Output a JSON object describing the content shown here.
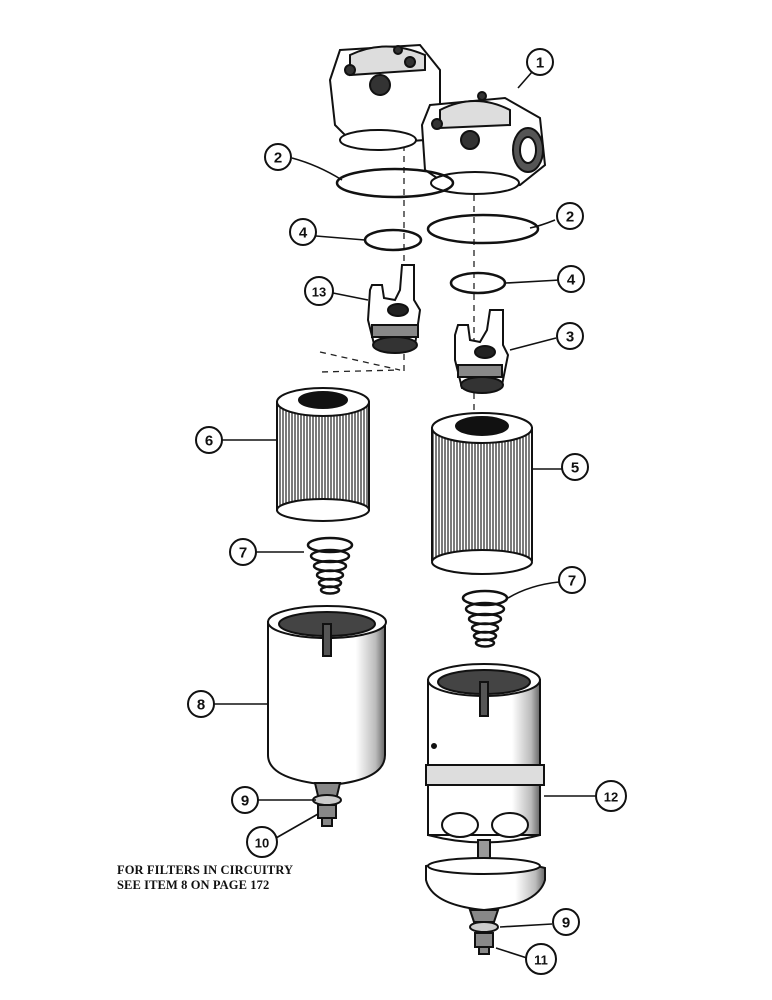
{
  "callouts": {
    "c1": "1",
    "c2a": "2",
    "c2b": "2",
    "c3": "3",
    "c4a": "4",
    "c4b": "4",
    "c5": "5",
    "c6": "6",
    "c7a": "7",
    "c7b": "7",
    "c8": "8",
    "c9a": "9",
    "c9b": "9",
    "c10": "10",
    "c11": "11",
    "c12": "12",
    "c13": "13"
  },
  "note": {
    "line1": "FOR FILTERS IN CIRCUITRY",
    "line2": "SEE ITEM 8 ON PAGE 172"
  }
}
